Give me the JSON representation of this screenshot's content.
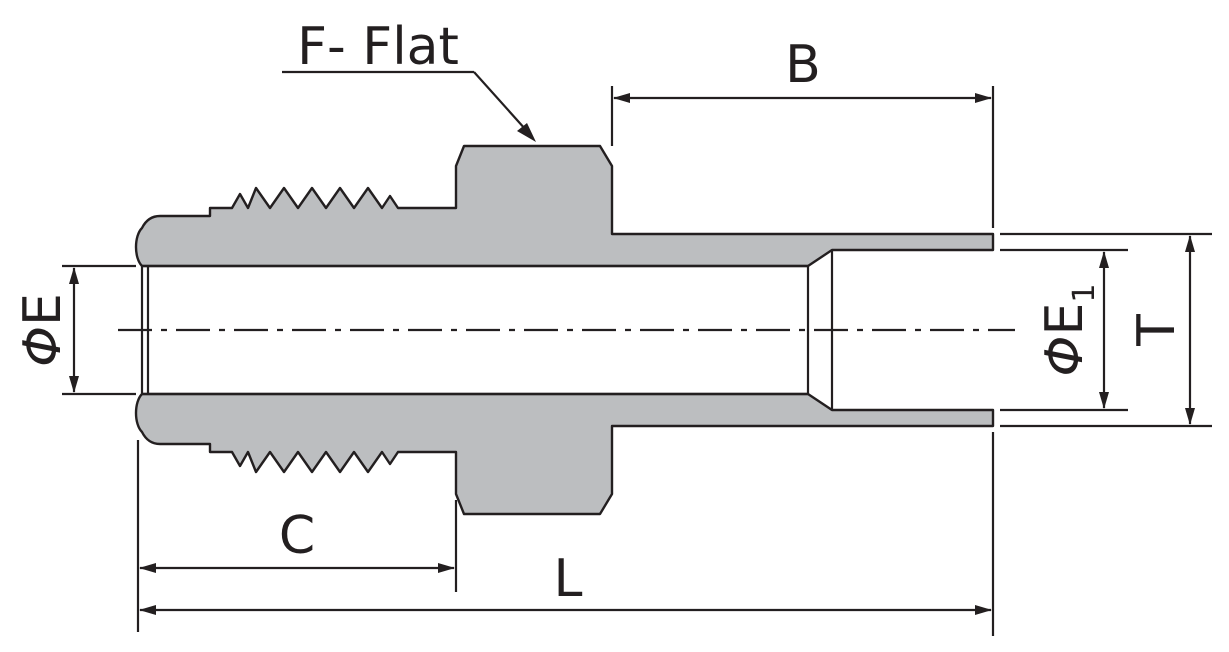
{
  "labels": {
    "flat": "F- Flat",
    "b": "B",
    "c": "C",
    "l": "L",
    "t": "T",
    "phi": "Φ",
    "e": "E",
    "e1_sub": "1"
  },
  "colors": {
    "body_fill": "#bcbec0",
    "line": "#231f20",
    "background": "#ffffff"
  }
}
